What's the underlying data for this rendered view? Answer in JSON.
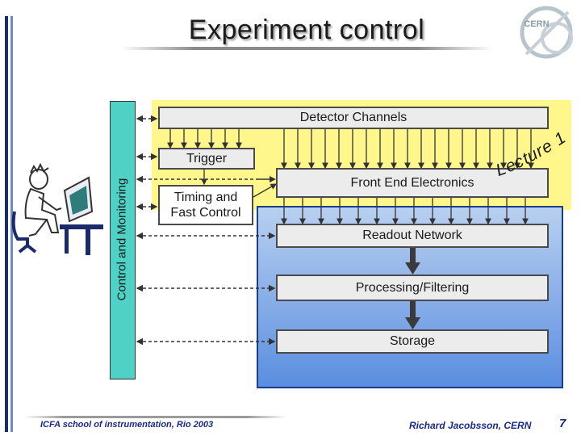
{
  "slide": {
    "title": "Experiment control",
    "logo_text": "CERN",
    "watermark": "Lecture 1",
    "page_number": "7"
  },
  "diagram": {
    "detector_channels": "Detector Channels",
    "trigger": "Trigger",
    "timing": "Timing and Fast Control",
    "front_end": "Front End Electronics",
    "readout": "Readout Network",
    "processing": "Processing/Filtering",
    "storage": "Storage",
    "control_monitoring": "Control and Monitoring"
  },
  "footer": {
    "left": "ICFA school of instrumentation, Rio 2003",
    "right": "Richard Jacobsson, CERN"
  },
  "colors": {
    "yellow_band": "#fff78c",
    "blue_panel": "#5a8ee0",
    "control_bar": "#4fd1c5",
    "footer_text": "#1a2a8a"
  }
}
